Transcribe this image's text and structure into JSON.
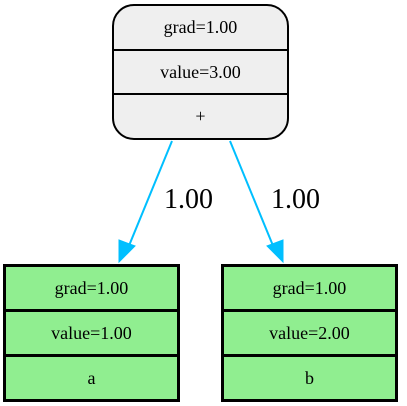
{
  "colors": {
    "root_fill": "#efefef",
    "leaf_fill": "#90ee90",
    "edge": "#00bfff",
    "border": "#000000"
  },
  "nodes": {
    "root": {
      "grad": "grad=1.00",
      "value": "value=3.00",
      "op": "+"
    },
    "a": {
      "grad": "grad=1.00",
      "value": "value=1.00",
      "label": "a"
    },
    "b": {
      "grad": "grad=1.00",
      "value": "value=2.00",
      "label": "b"
    }
  },
  "edges": [
    {
      "from": "root",
      "to": "a",
      "label": "1.00"
    },
    {
      "from": "root",
      "to": "b",
      "label": "1.00"
    }
  ]
}
